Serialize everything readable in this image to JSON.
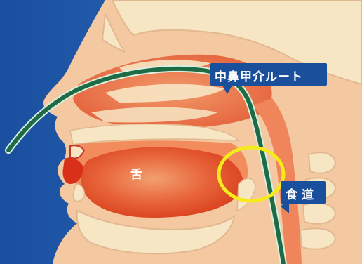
{
  "labels": {
    "route": "中鼻甲介ルート",
    "tongue": "舌",
    "esophagus": "食道"
  },
  "colors": {
    "background": "#1f57a8",
    "skin": "#f4c8a0",
    "bone": "#f7e6c4",
    "tissue": "#e8603a",
    "tissue_light": "#f08a5a",
    "tongue": "#e23a1a",
    "tube": "#1f6b45",
    "tube_edge": "#d9efe0",
    "highlight_circle": "#f5ea1a",
    "callout_bg": "#1a4f9c"
  }
}
